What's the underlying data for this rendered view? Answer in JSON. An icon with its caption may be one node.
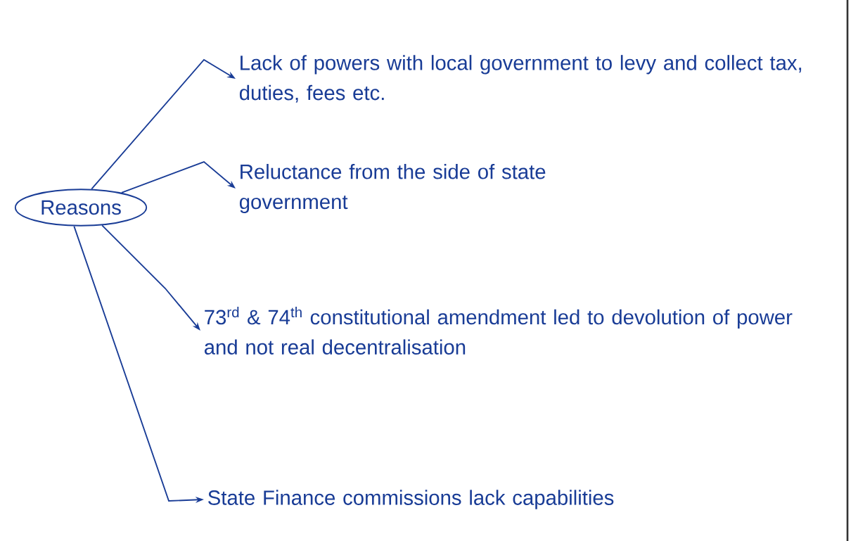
{
  "diagram": {
    "nodes": [
      {
        "text": [
          "Reasons"
        ]
      },
      {
        "text": [
          "Lack of powers with local government to levy and collect tax, duties, fees etc."
        ]
      },
      {
        "text": [
          "Reluctance from the side of state government"
        ]
      },
      {
        "text": [
          "73$^{rd}$ & 74$^{th}$ constitutional amendment led to devolution of power and not real decentralisation"
        ]
      },
      {
        "text": [
          "State Finance commissions lack capabilities"
        ]
      }
    ],
    "edges": [
      {
        "from": 0,
        "to": 1,
        "arrow": "to"
      },
      {
        "from": 0,
        "to": 2,
        "arrow": "to"
      },
      {
        "from": 0,
        "to": 3,
        "arrow": "to"
      },
      {
        "from": 0,
        "to": 4,
        "arrow": "to"
      }
    ]
  }
}
